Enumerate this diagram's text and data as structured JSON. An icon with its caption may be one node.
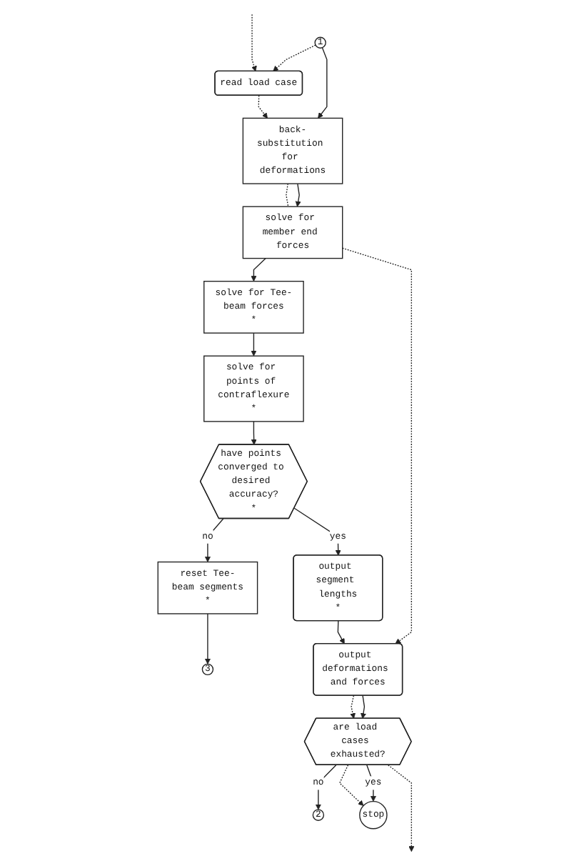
{
  "diagram": {
    "nodes": [
      {
        "text": [
          "1"
        ]
      },
      {
        "text": [
          "read load case"
        ]
      },
      {
        "text": [
          "solve for member end forces"
        ]
      },
      {
        "text": [
          "back-substitution for deformations"
        ]
      },
      {
        "text": [
          "solve for Tee-beam forces",
          "*"
        ]
      },
      {
        "text": [
          "reset Tee-beam segments",
          "*"
        ]
      },
      {
        "text": [
          "3"
        ]
      },
      {
        "text": [
          "solve for points of contraflexure",
          "*"
        ]
      },
      {
        "text": [
          "have points converged to desired accuracy?",
          "*"
        ]
      },
      {
        "text": [
          "output deformations and forces"
        ]
      },
      {
        "text": [
          "output segment lengths",
          "*"
        ]
      },
      {
        "text": [
          "are load cases exhausted?"
        ]
      },
      {
        "text": [
          "2"
        ]
      },
      {
        "text": [
          "stop"
        ]
      }
    ],
    "edges": [
      {
        "from": 0,
        "to": 1,
        "arrow": "to",
        "style": "dashed"
      },
      {
        "from": null,
        "to": 1,
        "arrow": "to",
        "style": "dashed"
      },
      {
        "from": 0,
        "to": 3,
        "arrow": "to"
      },
      {
        "from": 1,
        "to": 3,
        "arrow": "to",
        "style": "dashed"
      },
      {
        "from": 3,
        "to": 2,
        "arrow": "to"
      },
      {
        "from": 3,
        "to": 2,
        "arrow": "none",
        "style": "dashed"
      },
      {
        "from": 2,
        "to": 9,
        "arrow": "to",
        "style": "dashed"
      },
      {
        "from": 2,
        "to": 4,
        "arrow": "to"
      },
      {
        "from": 4,
        "to": 7,
        "arrow": "to"
      },
      {
        "from": 5,
        "to": 6,
        "arrow": "to"
      },
      {
        "from": 8,
        "to": 5,
        "arrow": "to",
        "label": "no"
      },
      {
        "from": 7,
        "to": 8,
        "arrow": "to"
      },
      {
        "from": 8,
        "to": 10,
        "arrow": "to",
        "label": "yes"
      },
      {
        "from": 10,
        "to": 9,
        "arrow": "to"
      },
      {
        "from": 9,
        "to": 11,
        "arrow": "to"
      },
      {
        "from": 9,
        "to": 11,
        "arrow": "to",
        "style": "dashed"
      },
      {
        "from": 11,
        "to": 12,
        "arrow": "to",
        "label": "no"
      },
      {
        "from": 11,
        "to": null,
        "arrow": "to",
        "style": "dashed"
      },
      {
        "from": 11,
        "to": 13,
        "arrow": "to",
        "label": "yes"
      },
      {
        "from": 11,
        "to": 13,
        "arrow": "to",
        "style": "dashed"
      }
    ]
  }
}
